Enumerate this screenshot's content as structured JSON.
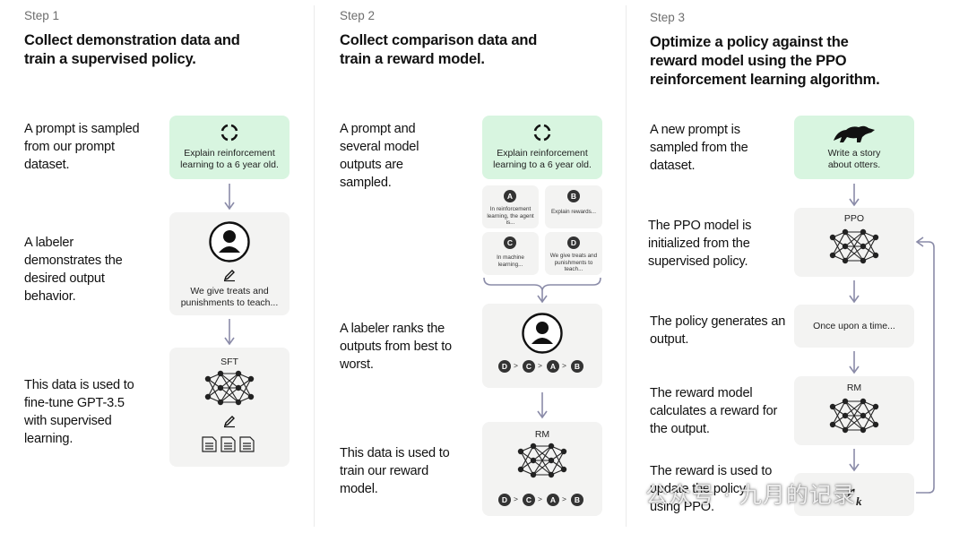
{
  "steps": [
    {
      "label": "Step 1",
      "title": "Collect demonstration data and train a supervised policy.",
      "desc": [
        "A prompt is sampled from our prompt dataset.",
        "A labeler demonstrates the desired output behavior.",
        "This data is used to fine-tune GPT-3.5 with supervised learning."
      ],
      "prompt": "Explain reinforcement learning to a 6 year old.",
      "demo_output": "We give treats and punishments to teach...",
      "model_label": "SFT"
    },
    {
      "label": "Step 2",
      "title": "Collect comparison data and train a reward model.",
      "desc": [
        "A prompt and several model outputs are sampled.",
        "A labeler ranks the outputs from best to worst.",
        "This data is used to train our reward model."
      ],
      "prompt": "Explain reinforcement learning to a 6 year old.",
      "outputs": [
        {
          "letter": "A",
          "text": "In reinforcement learning, the agent is..."
        },
        {
          "letter": "B",
          "text": "Explain rewards..."
        },
        {
          "letter": "C",
          "text": "In machine learning..."
        },
        {
          "letter": "D",
          "text": "We give treats and punishments to teach..."
        }
      ],
      "ranking": [
        "D",
        "C",
        "A",
        "B"
      ],
      "gt": ">",
      "model_label": "RM"
    },
    {
      "label": "Step 3",
      "title": "Optimize a policy against the reward model using the PPO reinforcement learning algorithm.",
      "desc": [
        "A new prompt is sampled from the dataset.",
        "The PPO model is initialized from the supervised policy.",
        "The policy generates an output.",
        "The reward model calculates a reward for the output.",
        "The reward is used to update the policy using PPO."
      ],
      "prompt": "Write a story about otters.",
      "ppo_label": "PPO",
      "output": "Once upon a time...",
      "rm_label": "RM",
      "reward_symbol": "r",
      "reward_subscript": "k"
    }
  ],
  "watermark": "公众号 · 九月的记录",
  "colors": {
    "prompt_bg": "#d8f5e0",
    "box_bg": "#f3f3f2",
    "arrow": "#8a8ba8",
    "dark": "#222222"
  }
}
